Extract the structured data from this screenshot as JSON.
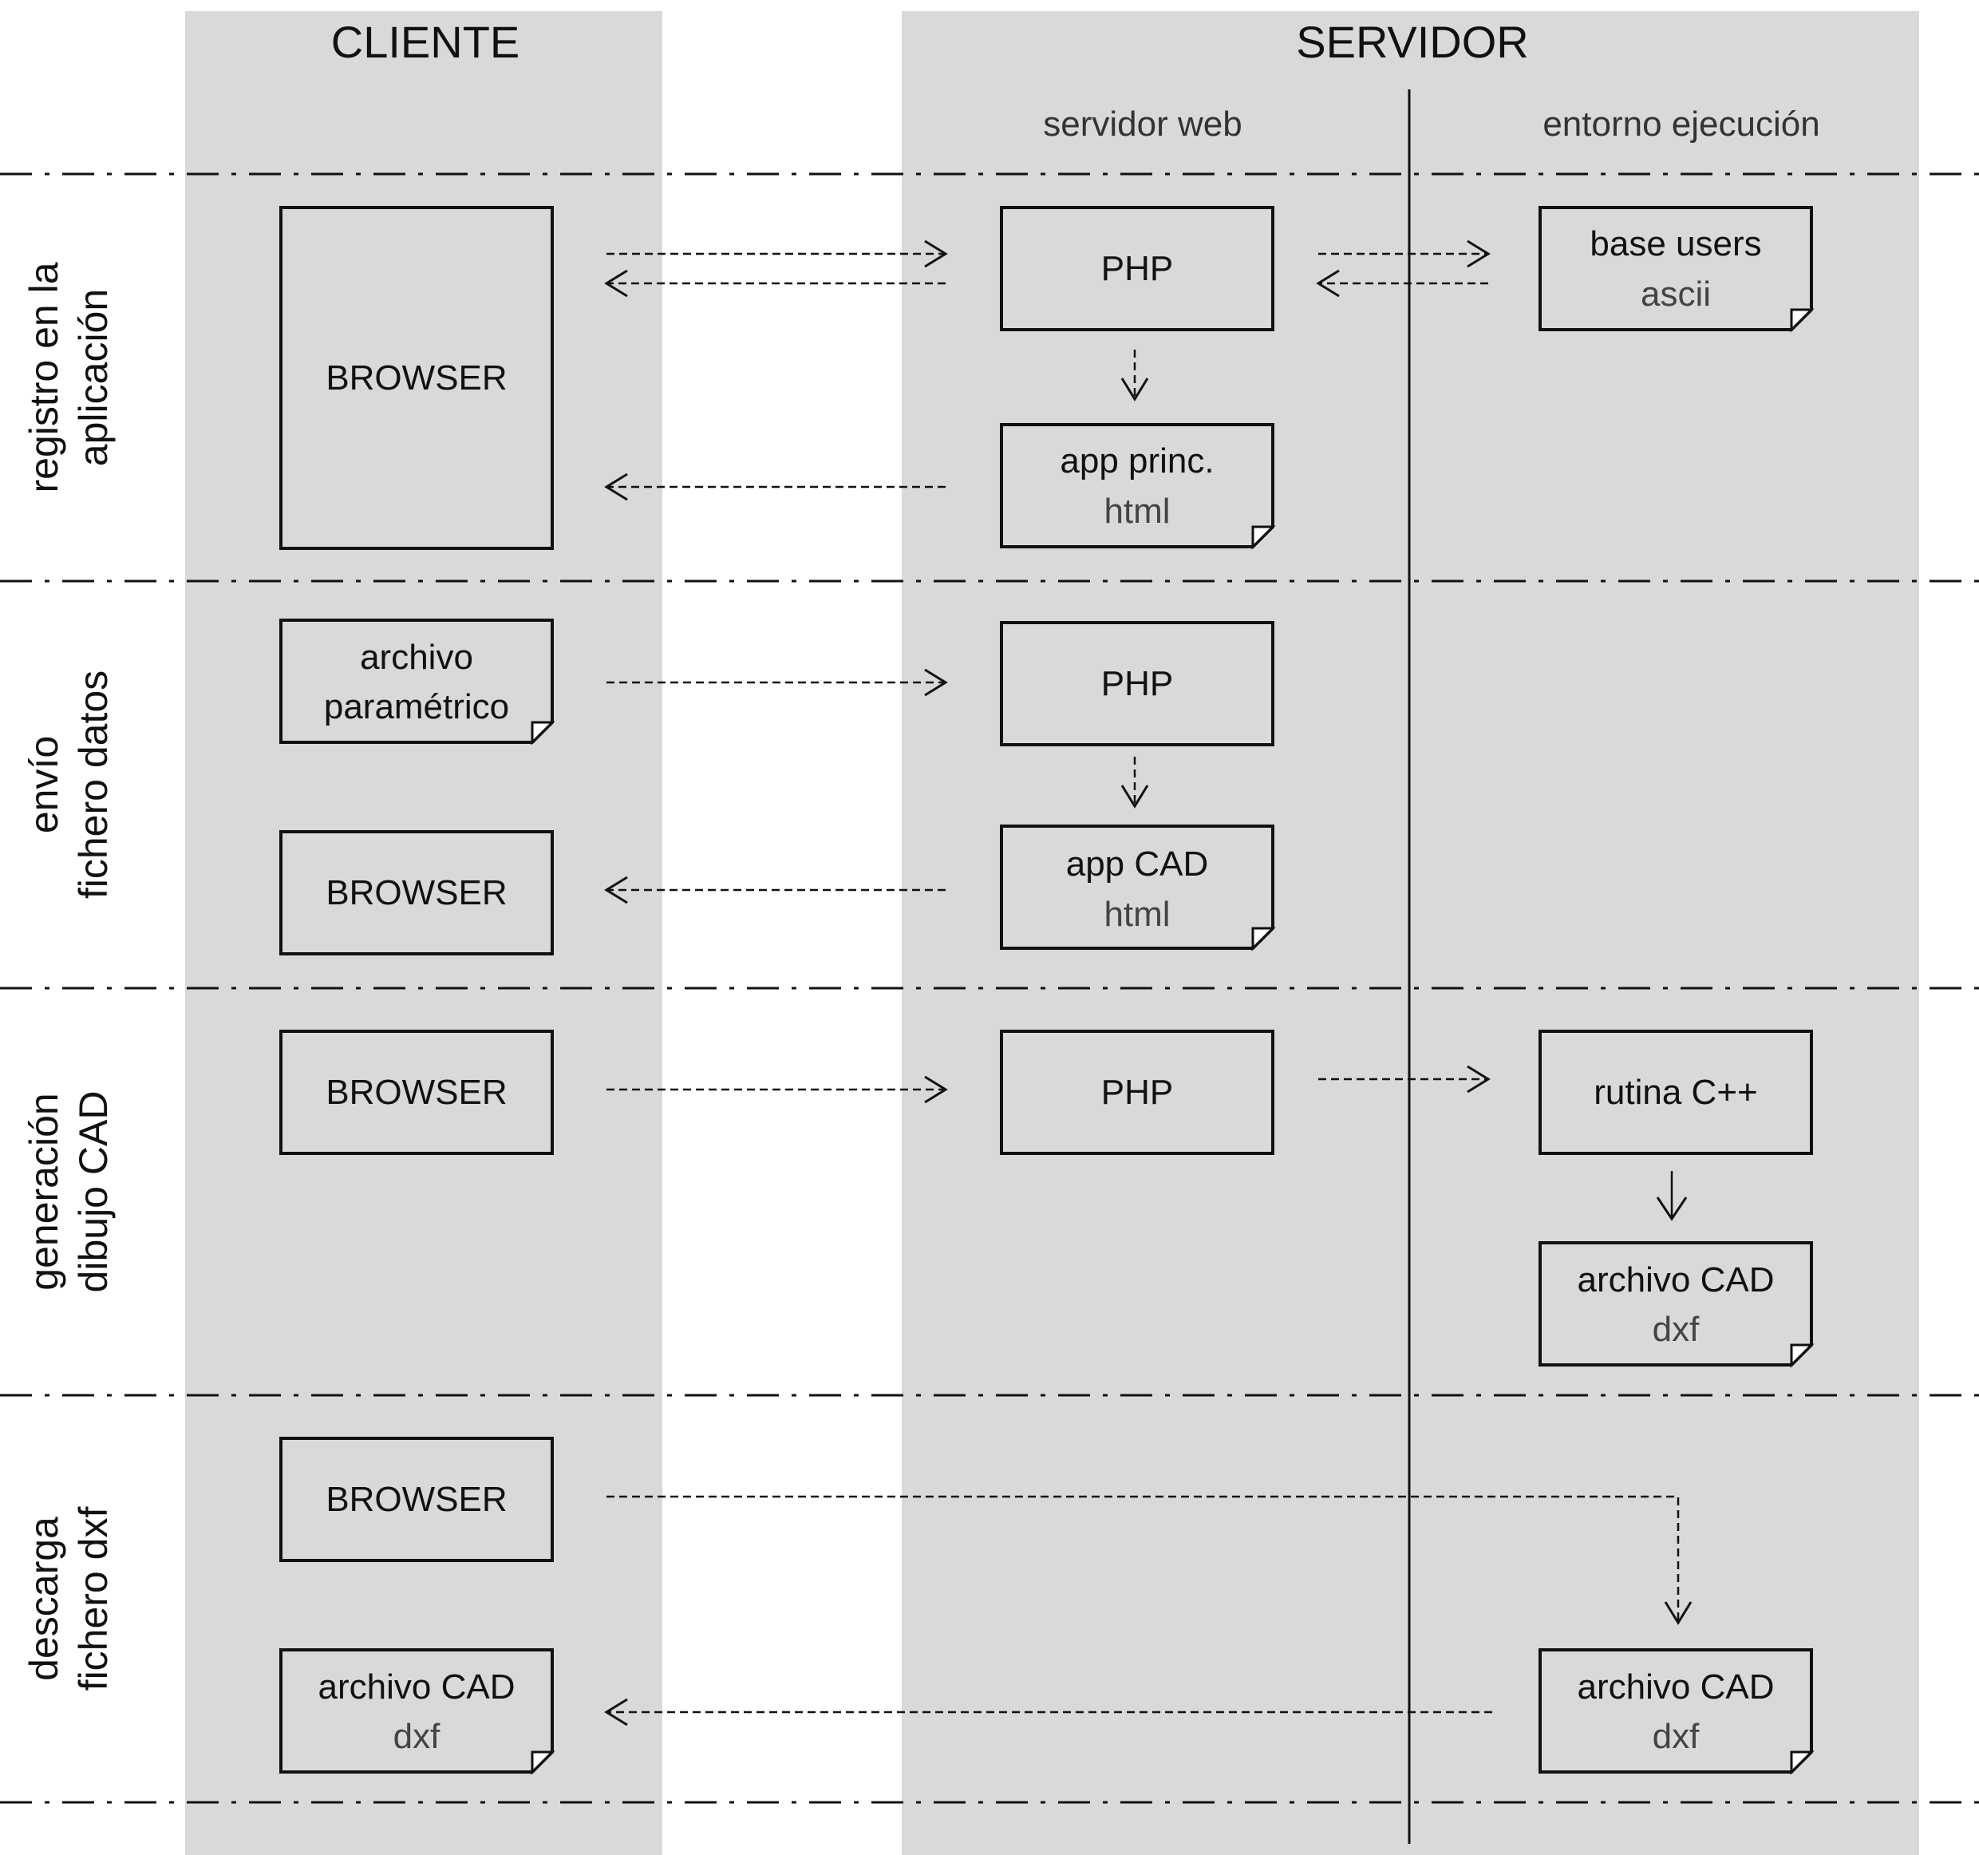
{
  "columns": {
    "cliente": "CLIENTE",
    "servidor": "SERVIDOR",
    "servidor_web": "servidor web",
    "entorno_ejecucion": "entorno ejecución"
  },
  "phases": [
    {
      "id": "registro",
      "lines": [
        "registro en la",
        "aplicación"
      ]
    },
    {
      "id": "envio",
      "lines": [
        "envío",
        "fichero datos"
      ]
    },
    {
      "id": "generacion",
      "lines": [
        "generación",
        "dibujo CAD"
      ]
    },
    {
      "id": "descarga",
      "lines": [
        "descarga",
        "fichero dxf"
      ]
    }
  ],
  "nodes": {
    "browser_1": {
      "label": "BROWSER",
      "kind": "process"
    },
    "php_1": {
      "label": "PHP",
      "kind": "process"
    },
    "base_users": {
      "label": "base users",
      "sub": "ascii",
      "kind": "document"
    },
    "app_princ": {
      "label": "app princ.",
      "sub": "html",
      "kind": "document"
    },
    "archivo_parametrico": {
      "label": "archivo",
      "sub": "paramétrico",
      "kind": "document"
    },
    "php_2": {
      "label": "PHP",
      "kind": "process"
    },
    "browser_2": {
      "label": "BROWSER",
      "kind": "process"
    },
    "app_cad": {
      "label": "app CAD",
      "sub": "html",
      "kind": "document"
    },
    "browser_3": {
      "label": "BROWSER",
      "kind": "process"
    },
    "php_3": {
      "label": "PHP",
      "kind": "process"
    },
    "rutina_cpp": {
      "label": "rutina C++",
      "kind": "process"
    },
    "archivo_cad_srv_1": {
      "label": "archivo CAD",
      "sub": "dxf",
      "kind": "document"
    },
    "browser_4": {
      "label": "BROWSER",
      "kind": "process"
    },
    "archivo_cad_cli": {
      "label": "archivo CAD",
      "sub": "dxf",
      "kind": "document"
    },
    "archivo_cad_srv_2": {
      "label": "archivo CAD",
      "sub": "dxf",
      "kind": "document"
    }
  },
  "edges": [
    {
      "from": "browser_1",
      "to": "php_1",
      "style": "dashed"
    },
    {
      "from": "php_1",
      "to": "browser_1",
      "style": "dashed"
    },
    {
      "from": "php_1",
      "to": "base_users",
      "style": "dashed"
    },
    {
      "from": "base_users",
      "to": "php_1",
      "style": "dashed"
    },
    {
      "from": "php_1",
      "to": "app_princ",
      "style": "dashed"
    },
    {
      "from": "app_princ",
      "to": "browser_1",
      "style": "dashed"
    },
    {
      "from": "archivo_parametrico",
      "to": "php_2",
      "style": "dashed"
    },
    {
      "from": "php_2",
      "to": "app_cad",
      "style": "dashed"
    },
    {
      "from": "app_cad",
      "to": "browser_2",
      "style": "dashed"
    },
    {
      "from": "browser_3",
      "to": "php_3",
      "style": "dashed"
    },
    {
      "from": "php_3",
      "to": "rutina_cpp",
      "style": "dashed"
    },
    {
      "from": "rutina_cpp",
      "to": "archivo_cad_srv_1",
      "style": "solid"
    },
    {
      "from": "browser_4",
      "to": "archivo_cad_srv_2",
      "style": "dashed"
    },
    {
      "from": "archivo_cad_srv_2",
      "to": "archivo_cad_cli",
      "style": "dashed"
    }
  ],
  "colors": {
    "lane_fill": "#d9d9d9",
    "box_fill": "#d9d9d9",
    "stroke": "#111111"
  }
}
